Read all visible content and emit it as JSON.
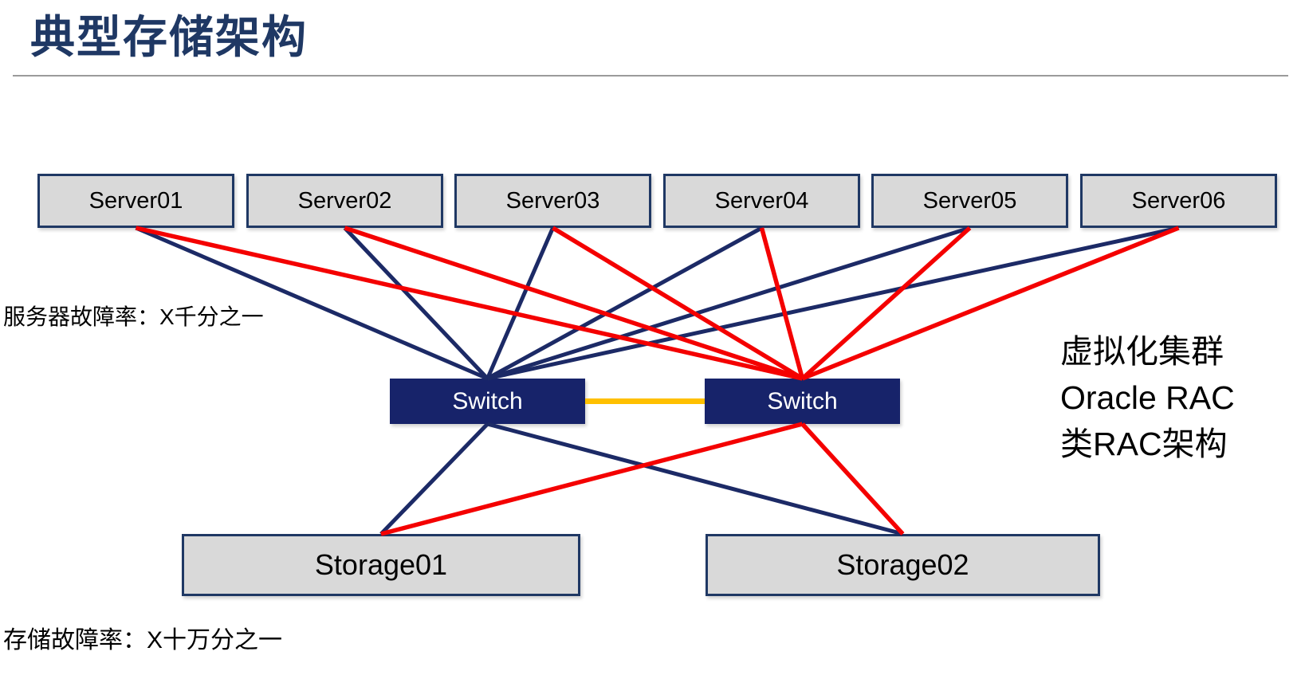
{
  "title": "典型存储架构",
  "nodes": {
    "servers": [
      "Server01",
      "Server02",
      "Server03",
      "Server04",
      "Server05",
      "Server06"
    ],
    "switches": [
      "Switch",
      "Switch"
    ],
    "storages": [
      "Storage01",
      "Storage02"
    ]
  },
  "annotations": {
    "server_failure_rate": "服务器故障率：X千分之一",
    "storage_failure_rate": "存储故障率：X十万分之一",
    "cluster_note": [
      "虚拟化集群",
      "Oracle RAC",
      "类RAC架构"
    ]
  },
  "colors": {
    "navy": "#1c2a66",
    "red": "#f40000",
    "yellow": "#ffc000",
    "box_fill": "#d9d9d9",
    "box_border": "#1f3864",
    "switch_fill": "#17236a",
    "switch_text": "#ffffff",
    "title": "#1f3864",
    "divider": "#9b9b9b"
  },
  "links": [
    {
      "from": "server-1",
      "to": "switch-1",
      "color": "navy"
    },
    {
      "from": "server-2",
      "to": "switch-1",
      "color": "navy"
    },
    {
      "from": "server-3",
      "to": "switch-1",
      "color": "navy"
    },
    {
      "from": "server-4",
      "to": "switch-1",
      "color": "navy"
    },
    {
      "from": "server-5",
      "to": "switch-1",
      "color": "navy"
    },
    {
      "from": "server-6",
      "to": "switch-1",
      "color": "navy"
    },
    {
      "from": "switch-1",
      "to": "storage-1",
      "color": "navy"
    },
    {
      "from": "switch-1",
      "to": "storage-2",
      "color": "navy"
    },
    {
      "from": "server-1",
      "to": "switch-2",
      "color": "red"
    },
    {
      "from": "server-2",
      "to": "switch-2",
      "color": "red"
    },
    {
      "from": "server-3",
      "to": "switch-2",
      "color": "red"
    },
    {
      "from": "server-4",
      "to": "switch-2",
      "color": "red"
    },
    {
      "from": "server-5",
      "to": "switch-2",
      "color": "red"
    },
    {
      "from": "server-6",
      "to": "switch-2",
      "color": "red"
    },
    {
      "from": "switch-2",
      "to": "storage-1",
      "color": "red"
    },
    {
      "from": "switch-2",
      "to": "storage-2",
      "color": "red"
    },
    {
      "from": "switch-1",
      "to": "switch-2",
      "color": "yellow",
      "type": "horizontal"
    }
  ]
}
